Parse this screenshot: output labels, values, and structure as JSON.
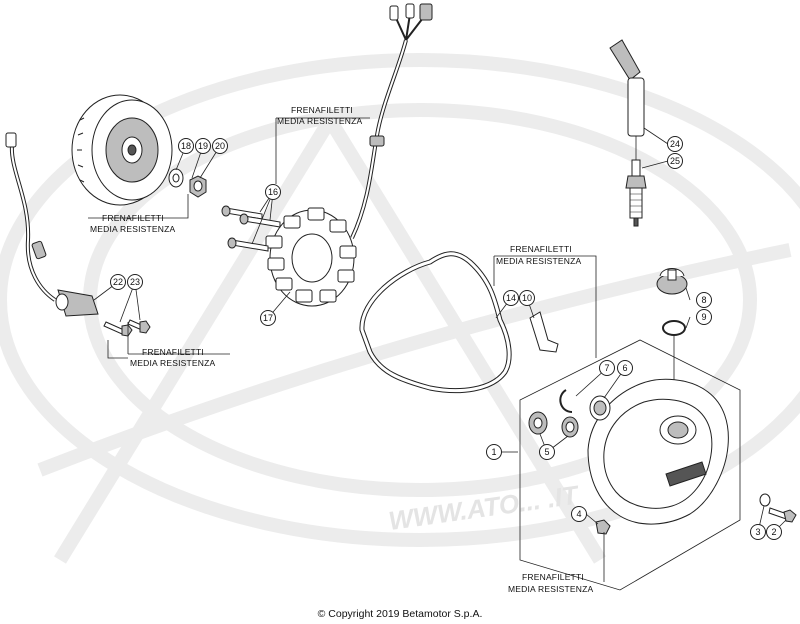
{
  "note_text": {
    "line1": "FRENAFILETTI",
    "line2": "MEDIA RESISTENZA"
  },
  "watermark": {
    "url": "WWW.ATO... .IT"
  },
  "copyright": "© Copyright 2019 Betamotor S.p.A.",
  "callouts": {
    "c1": "1",
    "c2": "2",
    "c3": "3",
    "c4": "4",
    "c5": "5",
    "c6": "6",
    "c7": "7",
    "c8": "8",
    "c9": "9",
    "c10": "10",
    "c14": "14",
    "c16": "16",
    "c17": "17",
    "c18": "18",
    "c19": "19",
    "c20": "20",
    "c22": "22",
    "c23": "23",
    "c24": "24",
    "c25": "25"
  }
}
